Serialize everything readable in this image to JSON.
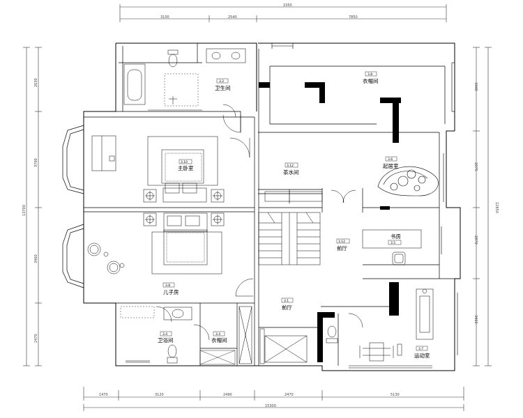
{
  "dimensions": {
    "top_total": "2350",
    "top": [
      "3100",
      "2540",
      "7850"
    ],
    "bottom_total": "15300",
    "bottom": [
      "1470",
      "3120",
      "2490",
      "2470",
      "5130"
    ],
    "left_total": "13700",
    "left": [
      "2630",
      "3700",
      "3460",
      "2470"
    ],
    "right_total": "12650",
    "right": [
      "3440",
      "2075",
      "2870",
      "3460"
    ]
  },
  "rooms": {
    "bathroom_top": {
      "name": "卫生间",
      "tag": "3.2"
    },
    "closet_top": {
      "name": "衣帽间",
      "tag": "3.8"
    },
    "master_bedroom": {
      "name": "主卧室",
      "tag": "3.10"
    },
    "tea_room": {
      "name": "茶水间",
      "tag": "3.12"
    },
    "lounge": {
      "name": "起居室",
      "tag": "3.6"
    },
    "front_hall": {
      "name": "前厅",
      "tag": "3.12"
    },
    "study": {
      "name": "书房",
      "tag": "3.5"
    },
    "kids_room": {
      "name": "儿子房",
      "tag": "3.8"
    },
    "hall": {
      "name": "前厅",
      "tag": "3.1"
    },
    "bathroom_bottom": {
      "name": "卫浴间",
      "tag": "3.4"
    },
    "closet_bottom": {
      "name": "衣帽间",
      "tag": "3.4"
    },
    "gym": {
      "name": "运动室",
      "tag": "3.7"
    }
  }
}
